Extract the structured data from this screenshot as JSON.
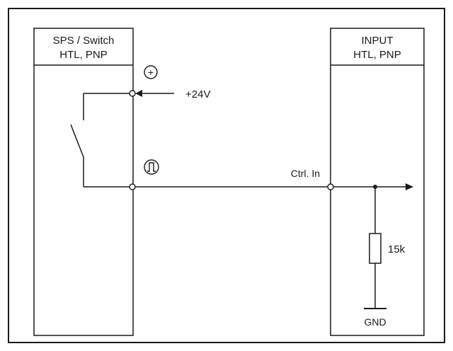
{
  "blocks": {
    "left": {
      "line1": "SPS / Switch",
      "line2": "HTL, PNP"
    },
    "right": {
      "line1": "INPUT",
      "line2": "HTL, PNP"
    }
  },
  "symbols": {
    "plus": "+"
  },
  "icons": {
    "positive_terminal": "circled-plus-icon",
    "pulse_terminal": "circled-pulse-icon"
  },
  "labels": {
    "supply": "+24V",
    "ctrl_in": "Ctrl. In",
    "resistor": "15k",
    "ground": "GND"
  },
  "colors": {
    "line": "#1a1a1a",
    "background": "#ffffff"
  }
}
